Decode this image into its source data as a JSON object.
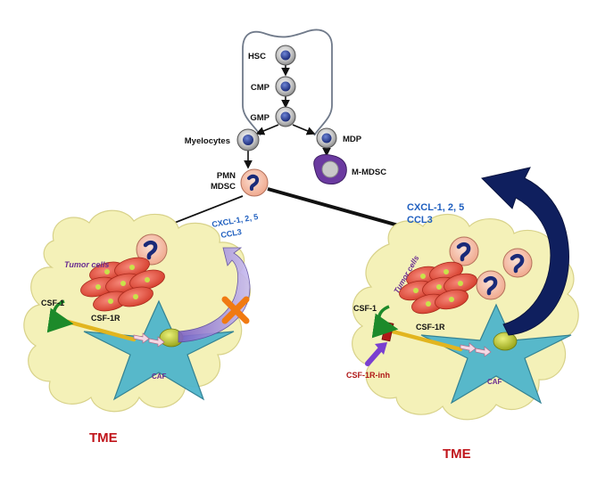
{
  "hierarchy": {
    "hsc": "HSC",
    "cmp": "CMP",
    "gmp": "GMP",
    "myelocytes": "Myelocytes",
    "mdp": "MDP",
    "m_mdsc": "M-MDSC",
    "pmn_line1": "PMN",
    "pmn_line2": "MDSC"
  },
  "left_tme": {
    "tumor_cells": "Tumor cells",
    "csf1": "CSF-1",
    "csf1r": "CSF-1R",
    "caf": "CAF",
    "chemokine_line1": "CXCL-1, 2, 5",
    "chemokine_line2": "CCL3",
    "tme": "TME"
  },
  "right_tme": {
    "tumor_cells": "Tumor cells",
    "csf1": "CSF-1",
    "csf1r": "CSF-1R",
    "inhibitor": "CSF-1R-inh",
    "caf": "CAF",
    "chemokine_line1": "CXCL-1, 2, 5",
    "chemokine_line2": "CCL3",
    "tme": "TME"
  },
  "colors": {
    "tme_fill": "#f4f1b8",
    "tumor_cell": "#e8584a",
    "caf_fill": "#4fb6cc",
    "label_blue": "#1f5fbf",
    "tme_red": "#c0151b",
    "caf_purple": "#6a2d91",
    "navy_arrow": "#0f1f5e",
    "inhibitor_red": "#b01818",
    "csf1_green": "#1d8a2a"
  }
}
